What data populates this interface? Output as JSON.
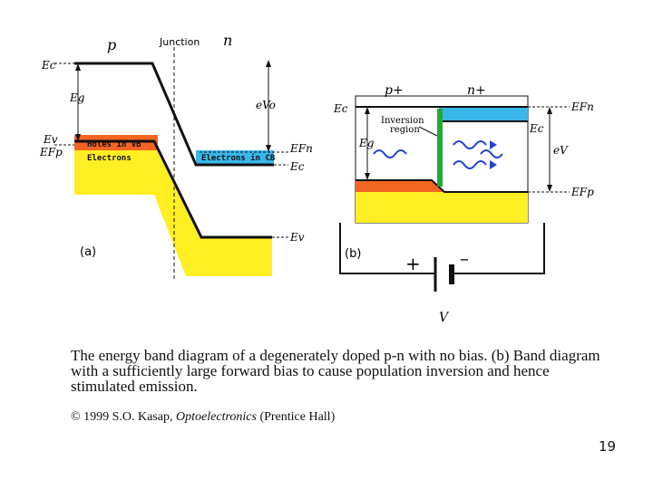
{
  "diagram_a": {
    "p_label": "p",
    "junction_label": "Junction",
    "n_label": "n",
    "ec_label": "Ec",
    "eg_label": "Eg",
    "ev_label": "Ev",
    "efp_label": "EFp",
    "evo_label": "eVo",
    "efn_label": "EFn",
    "ec_right_label": "Ec",
    "ev_right_label": "Ev",
    "holes_label": "Holes in VB",
    "electrons_label": "Electrons",
    "electrons_cb_label": "Electrons in CB",
    "panel_label": "(a)"
  },
  "diagram_b": {
    "p_label": "p+",
    "n_label": "n+",
    "ec_label": "Ec",
    "eg_label": "Eg",
    "inversion_label_1": "Inversion",
    "inversion_label_2": "region",
    "efn_label": "EFn",
    "ec_right_label": "Ec",
    "ev_label": "eV",
    "efp_label": "EFp",
    "plus_label": "+",
    "minus_label": "–",
    "v_label": "V",
    "panel_label": "(b)"
  },
  "caption": "The energy band diagram of a degenerately doped p-n with no bias. (b) Band diagram with a sufficiently large forward bias to cause population inversion and hence stimulated emission.",
  "credit": {
    "prefix": "© 1999 S.O. Kasap, ",
    "book": "Optoelectronics",
    "suffix": " (Prentice Hall)"
  },
  "page_number": "19",
  "colors": {
    "band_yellow": "#ffee22",
    "holes_red": "#f26522",
    "electrons_blue": "#39b7ea",
    "junction_green": "#22aa33",
    "photon_blue": "#2244cc",
    "line": "#111111"
  }
}
